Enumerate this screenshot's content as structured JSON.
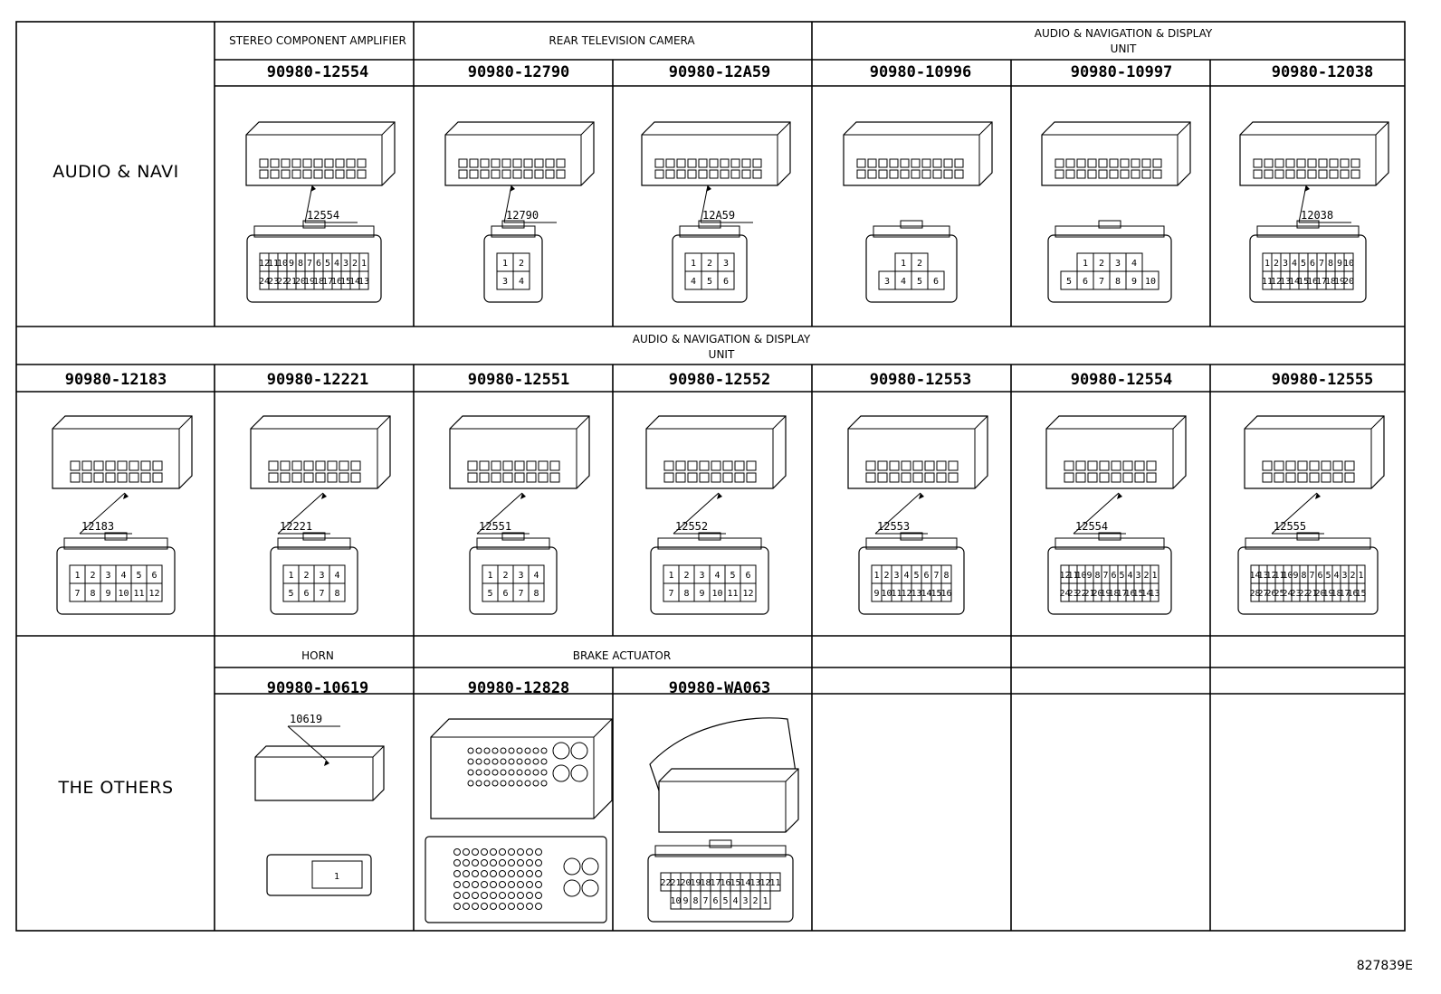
{
  "sections": {
    "audio_navi": "AUDIO & NAVI",
    "others": "THE OTHERS"
  },
  "groups": {
    "stereo": "STEREO COMPONENT AMPLIFIER",
    "rear_camera": "REAR TELEVISION CAMERA",
    "audio_nav_display_1": "AUDIO & NAVIGATION & DISPLAY",
    "audio_nav_display_2": "UNIT",
    "horn": "HORN",
    "brake": "BRAKE ACTUATOR"
  },
  "row1": [
    {
      "part": "90980-12554",
      "callout": "12554",
      "pins_top": [
        "12",
        "11",
        "10",
        "9",
        "8",
        "7",
        "6",
        "5",
        "4",
        "3",
        "2",
        "1"
      ],
      "pins_bottom": [
        "24",
        "23",
        "22",
        "21",
        "20",
        "19",
        "18",
        "17",
        "16",
        "15",
        "14",
        "13"
      ]
    },
    {
      "part": "90980-12790",
      "callout": "12790",
      "pins_top": [
        "1",
        "2"
      ],
      "pins_bottom": [
        "3",
        "4"
      ]
    },
    {
      "part": "90980-12A59",
      "callout": "12A59",
      "pins_top": [
        "1",
        "2",
        "3"
      ],
      "pins_bottom": [
        "4",
        "5",
        "6"
      ]
    },
    {
      "part": "90980-10996",
      "callout": "",
      "pins_top": [
        "1",
        "2"
      ],
      "pins_bottom": [
        "3",
        "4",
        "5",
        "6"
      ]
    },
    {
      "part": "90980-10997",
      "callout": "",
      "pins_top": [
        "1",
        "2",
        "3",
        "4"
      ],
      "pins_bottom": [
        "5",
        "6",
        "7",
        "8",
        "9",
        "10"
      ]
    },
    {
      "part": "90980-12038",
      "callout": "12038",
      "pins_top": [
        "1",
        "2",
        "3",
        "4",
        "5",
        "6",
        "7",
        "8",
        "9",
        "10"
      ],
      "pins_bottom": [
        "11",
        "12",
        "13",
        "14",
        "15",
        "16",
        "17",
        "18",
        "19",
        "20"
      ]
    }
  ],
  "row2": [
    {
      "part": "90980-12183",
      "callout": "12183",
      "pins_top": [
        "1",
        "2",
        "3",
        "4",
        "5",
        "6"
      ],
      "pins_bottom": [
        "7",
        "8",
        "9",
        "10",
        "11",
        "12"
      ]
    },
    {
      "part": "90980-12221",
      "callout": "12221",
      "pins_top": [
        "1",
        "2",
        "3",
        "4"
      ],
      "pins_bottom": [
        "5",
        "6",
        "7",
        "8"
      ]
    },
    {
      "part": "90980-12551",
      "callout": "12551",
      "pins_top": [
        "1",
        "2",
        "3",
        "4"
      ],
      "pins_bottom": [
        "5",
        "6",
        "7",
        "8"
      ]
    },
    {
      "part": "90980-12552",
      "callout": "12552",
      "pins_top": [
        "1",
        "2",
        "3",
        "4",
        "5",
        "6"
      ],
      "pins_bottom": [
        "7",
        "8",
        "9",
        "10",
        "11",
        "12"
      ]
    },
    {
      "part": "90980-12553",
      "callout": "12553",
      "pins_top": [
        "1",
        "2",
        "3",
        "4",
        "5",
        "6",
        "7",
        "8"
      ],
      "pins_bottom": [
        "9",
        "10",
        "11",
        "12",
        "13",
        "14",
        "15",
        "16"
      ]
    },
    {
      "part": "90980-12554",
      "callout": "12554",
      "pins_top": [
        "12",
        "11",
        "10",
        "9",
        "8",
        "7",
        "6",
        "5",
        "4",
        "3",
        "2",
        "1"
      ],
      "pins_bottom": [
        "24",
        "23",
        "22",
        "21",
        "20",
        "19",
        "18",
        "17",
        "16",
        "15",
        "14",
        "13"
      ]
    },
    {
      "part": "90980-12555",
      "callout": "12555",
      "pins_top": [
        "14",
        "13",
        "12",
        "11",
        "10",
        "9",
        "8",
        "7",
        "6",
        "5",
        "4",
        "3",
        "2",
        "1"
      ],
      "pins_bottom": [
        "28",
        "27",
        "26",
        "25",
        "24",
        "23",
        "22",
        "21",
        "20",
        "19",
        "18",
        "17",
        "16",
        "15"
      ]
    }
  ],
  "row3": [
    {
      "part": "90980-10619",
      "callout": "10619",
      "pins_top": [
        "1"
      ],
      "pins_bottom": []
    },
    {
      "part": "90980-12828",
      "callout": "",
      "pins_top": [],
      "pins_bottom": []
    },
    {
      "part": "90980-WA063",
      "callout": "",
      "pins_top": [
        "22",
        "21",
        "20",
        "19",
        "18",
        "17",
        "16",
        "15",
        "14",
        "13",
        "12",
        "11"
      ],
      "pins_bottom": [
        "10",
        "9",
        "8",
        "7",
        "6",
        "5",
        "4",
        "3",
        "2",
        "1"
      ]
    }
  ],
  "figure_code": "827839E"
}
